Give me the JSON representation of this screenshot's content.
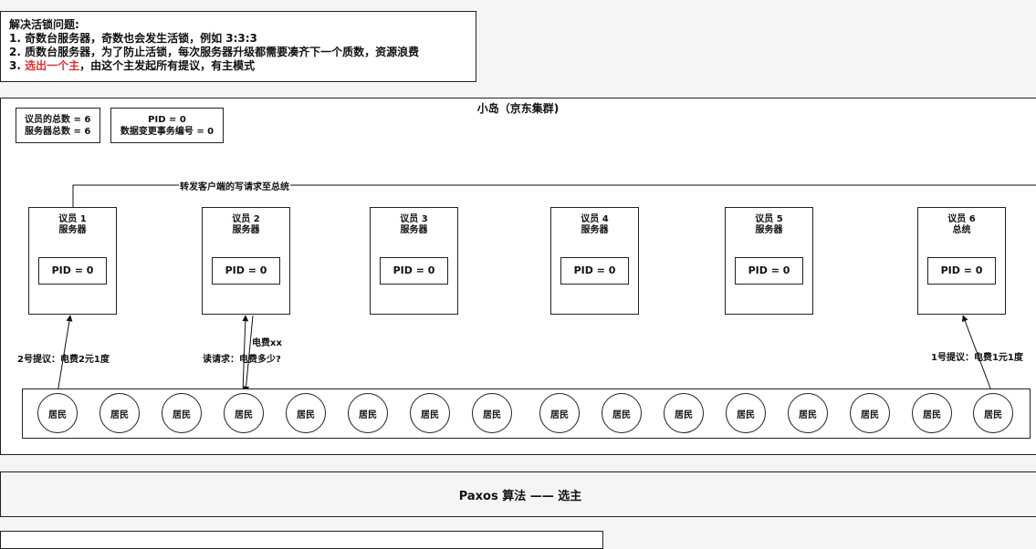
{
  "note": {
    "title": "解决活锁问题:",
    "line1": "1. 奇数台服务器，奇数也会发生活锁，例如 3:3:3",
    "line2": "2. 质数台服务器，为了防止活锁，每次服务器升级都需要凑齐下一个质数，资源浪费",
    "line3_prefix": "3. ",
    "line3_red": "选出一个主",
    "line3_rest": "，由这个主发起所有提议，有主模式"
  },
  "island": {
    "title": "小岛（京东集群)",
    "info_counts": [
      "议员的总数 = 6",
      "服务器总数 = 6"
    ],
    "info_pid": [
      "PID = 0",
      "数据变更事务编号 = 0"
    ]
  },
  "servers": [
    {
      "name": "议员 1",
      "role": "服务器",
      "pid": "PID = 0"
    },
    {
      "name": "议员 2",
      "role": "服务器",
      "pid": "PID = 0"
    },
    {
      "name": "议员 3",
      "role": "服务器",
      "pid": "PID = 0"
    },
    {
      "name": "议员 4",
      "role": "服务器",
      "pid": "PID = 0"
    },
    {
      "name": "议员 5",
      "role": "服务器",
      "pid": "PID = 0"
    },
    {
      "name": "议员 6",
      "role": "总统",
      "pid": "PID = 0"
    }
  ],
  "residents": [
    "居民",
    "居民",
    "居民",
    "居民",
    "居民",
    "居民",
    "居民",
    "居民",
    "居民",
    "居民",
    "居民",
    "居民",
    "居民",
    "居民",
    "居民",
    "居民"
  ],
  "labels": {
    "forward": "转发客户端的写请求至总统",
    "proposal2": "2号提议：电费2元1度",
    "read": "读请求：电费多少?",
    "reply": "电费xx",
    "proposal1": "1号提议：电费1元1度"
  },
  "band_title": "Paxos 算法 —— 选主"
}
